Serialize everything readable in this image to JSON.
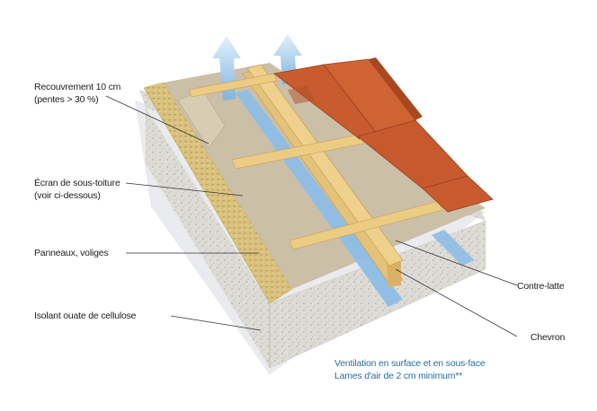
{
  "labels": {
    "recouvrement_line1": "Recouvrement 10 cm",
    "recouvrement_line2": "(pentes > 30 %)",
    "ecran_line1": "Écran de sous-toiture",
    "ecran_line2": "(voir ci-dessous)",
    "panneaux": "Panneaux, voliges",
    "isolant": "Isolant ouate de cellulose",
    "contre_latte": "Contre-latte",
    "chevron": "Chevron"
  },
  "note": {
    "line1": "Ventilation en surface et en sous-face",
    "line2": "Lames d'air de 2 cm minimum**"
  },
  "colors": {
    "insulation": "#dcdad4",
    "panel_edge": "#d8c07a",
    "membrane": "#c8bba3",
    "batten": "#e8c87a",
    "tile": "#c75a2e",
    "airflow": "#8fc0e8",
    "note_text": "#2b6f9e"
  }
}
